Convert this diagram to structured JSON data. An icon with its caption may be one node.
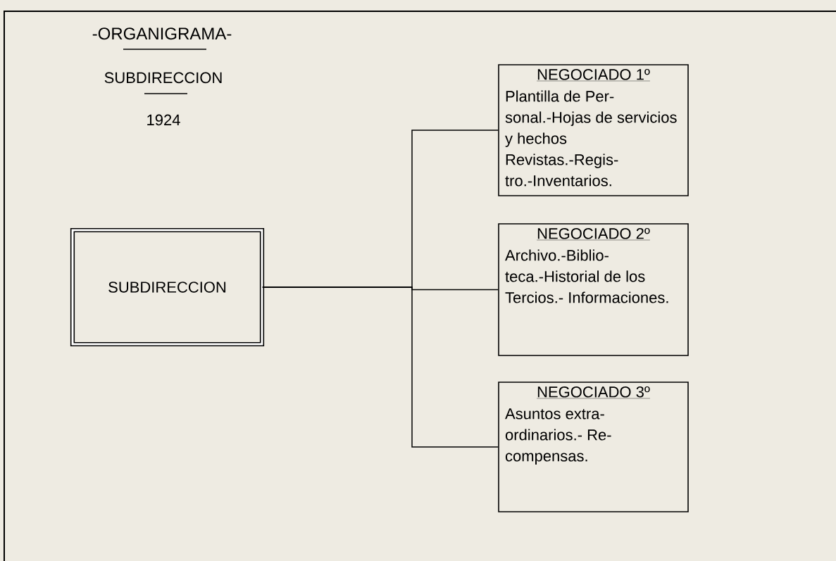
{
  "diagram": {
    "title": "-ORGANIGRAMA-",
    "nodes": [
      {
        "text": [
          "SUBDIRECCION"
        ]
      },
      {
        "text": [
          "NEGOCIADO 1º",
          "Plantilla de Per- sonal.-Hojas de servicios y hechos Revistas.-Regis- tro.-Inventarios."
        ]
      },
      {
        "text": [
          "NEGOCIADO 2º",
          "Archivo.-Biblio- teca.-Historial de los Tercios.- Informaciones."
        ]
      },
      {
        "text": [
          "NEGOCIADO 3º",
          "Asuntos extra- ordinarios.- Re- compensas."
        ]
      }
    ],
    "edges": [
      {
        "from": 0,
        "to": 1,
        "arrow": "none"
      },
      {
        "from": 0,
        "to": 2,
        "arrow": "none"
      },
      {
        "from": 0,
        "to": 3,
        "arrow": "none"
      }
    ],
    "labels": [
      "SUBDIRECCION",
      "1924"
    ]
  }
}
